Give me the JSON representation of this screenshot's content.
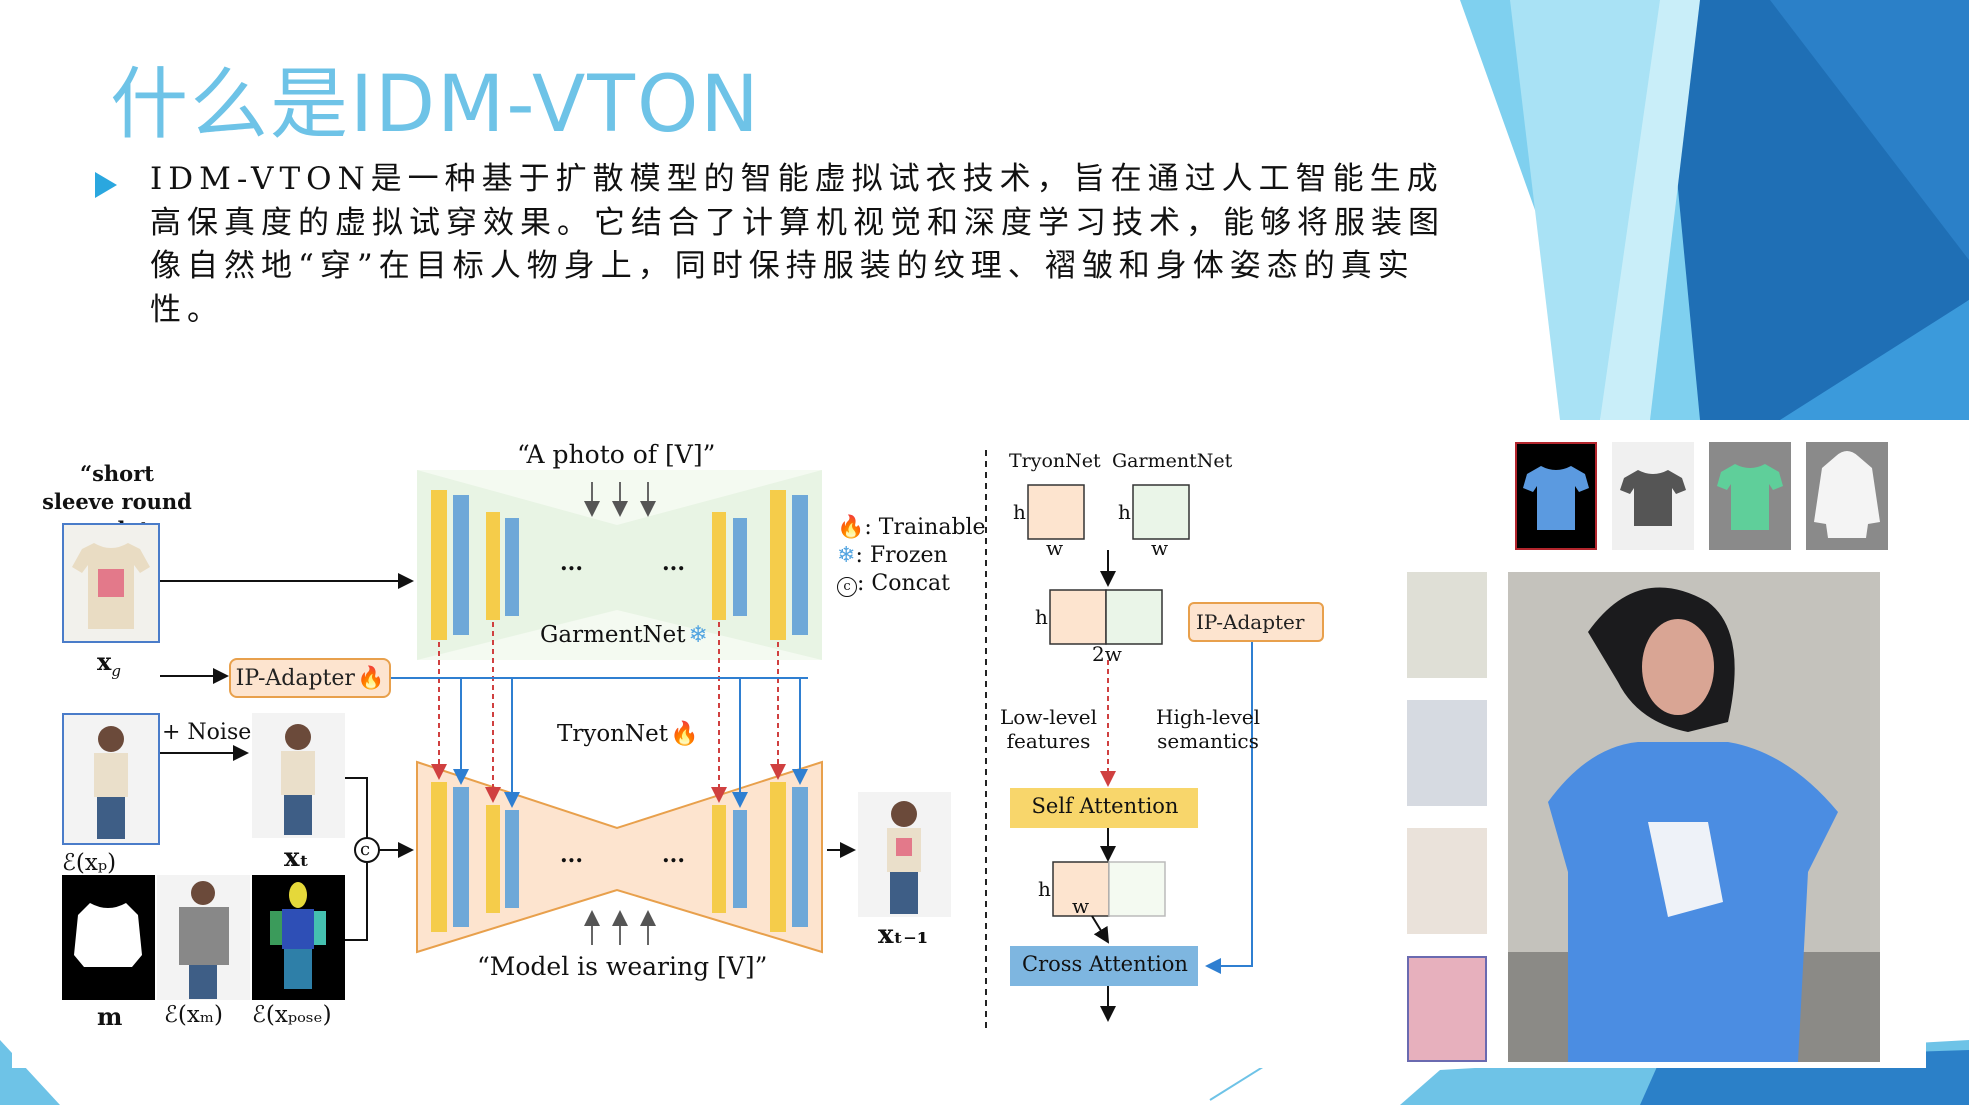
{
  "colors": {
    "title": "#6ec3e7",
    "accent": "#2aa7df",
    "blue_arrow": "#2f7fd1",
    "red_arrow": "#d04040",
    "trainable": "#fde4cf",
    "frozen": "#eaf5e8"
  },
  "slide": {
    "title": "什么是IDM-VTON",
    "paragraph": "IDM-VTON是一种基于扩散模型的智能虚拟试衣技术，旨在通过人工智能生成高保真度的虚拟试穿效果。它结合了计算机视觉和深度学习技术，能够将服装图像自然地“穿”在目标人物身上，同时保持服装的纹理、褶皱和身体姿态的真实性。"
  },
  "figure": {
    "garment_prompt": "“short sleeve round neck t-shirts”",
    "label_xg": "x",
    "sub_g": "g",
    "ip_adapter": "IP-Adapter",
    "noise": "+ Noise",
    "label_exp": "ℰ(xₚ)",
    "label_xt": "xₜ",
    "label_m": "m",
    "label_exm": "ℰ(xₘ)",
    "label_expose": "ℰ(xₚₒₛₑ)",
    "label_xt1": "xₜ₋₁",
    "concat_symbol": "c",
    "photo_prompt": "“A photo of [V]”",
    "wearing_prompt": "“Model is wearing [V]”",
    "garmentnet": "GarmentNet",
    "tryonnet": "TryonNet",
    "ellipsis": "...",
    "legend": {
      "trainable": ": Trainable",
      "frozen": ": Frozen",
      "concat": ": Concat"
    },
    "right": {
      "tryonnet": "TryonNet",
      "garmentnet": "GarmentNet",
      "h": "h",
      "w": "w",
      "two_w": "2w",
      "ip_adapter": "IP-Adapter",
      "low_level": "Low-level",
      "features": "features",
      "high_level": "High-level",
      "semantics": "semantics",
      "self_attention": "Self Attention",
      "cross_attention": "Cross Attention"
    }
  },
  "icons": [
    "fire-icon",
    "snowflake-icon",
    "play-bullet-icon"
  ]
}
